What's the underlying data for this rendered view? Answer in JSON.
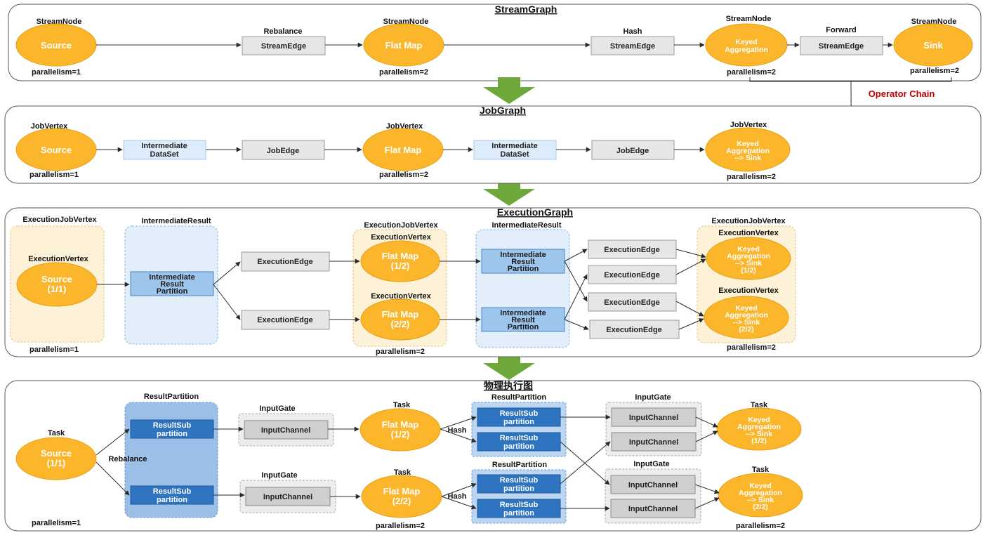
{
  "stream_graph": {
    "title": "StreamGraph",
    "node_header": "StreamNode",
    "nodes": [
      "Source",
      "Flat Map",
      "Keyed",
      "Aggregation",
      "Sink"
    ],
    "parallelism": [
      "parallelism=1",
      "parallelism=2",
      "parallelism=2",
      "parallelism=2"
    ],
    "edge_types": [
      "Rebalance",
      "Hash",
      "Forward"
    ],
    "edge_label": "StreamEdge"
  },
  "operator_chain": "Operator Chain",
  "job_graph": {
    "title": "JobGraph",
    "vertex_header": "JobVertex",
    "nodes": [
      "Source",
      "Flat Map",
      "Keyed",
      "Aggregation",
      "--> Sink"
    ],
    "intermediate": [
      "Intermediate",
      "DataSet"
    ],
    "edge_label": "JobEdge",
    "parallelism": [
      "parallelism=1",
      "parallelism=2",
      "parallelism=2"
    ]
  },
  "execution_graph": {
    "title": "ExecutionGraph",
    "ejv_header": "ExecutionJobVertex",
    "ev_header": "ExecutionVertex",
    "ir_header": "IntermediateResult",
    "source": [
      "Source",
      "(1/1)"
    ],
    "flatmap_1": [
      "Flat Map",
      "(1/2)"
    ],
    "flatmap_2": [
      "Flat Map",
      "(2/2)"
    ],
    "keyed_1": [
      "Keyed",
      "Aggregation",
      "--> Sink",
      "(1/2)"
    ],
    "keyed_2": [
      "Keyed",
      "Aggregation",
      "--> Sink",
      "(2/2)"
    ],
    "irp": [
      "Intermediate",
      "Result",
      "Partition"
    ],
    "edge_label": "ExecutionEdge",
    "parallelism": [
      "parallelism=1",
      "parallelism=2",
      "parallelism=2"
    ]
  },
  "physical_graph": {
    "title": "物理执行图",
    "task_header": "Task",
    "result_partition": "ResultPartition",
    "input_gate": "InputGate",
    "result_sub": [
      "ResultSub",
      "partition"
    ],
    "input_channel": "InputChannel",
    "rebalance": "Rebalance",
    "hash": "Hash",
    "source": [
      "Source",
      "(1/1)"
    ],
    "flatmap_1": [
      "Flat Map",
      "(1/2)"
    ],
    "flatmap_2": [
      "Flat Map",
      "(2/2)"
    ],
    "keyed_1": [
      "Keyed",
      "Aggregation",
      "--> Sink",
      "(1/2)"
    ],
    "keyed_2": [
      "Keyed",
      "Aggregation",
      "--> Sink",
      "(2/2)"
    ],
    "parallelism": [
      "parallelism=1",
      "parallelism=2",
      "parallelism=2"
    ]
  },
  "colors": {
    "node_orange": "#fbb62b",
    "edge_gray": "#e6e6e6",
    "dataset_blue": "#dcecfb",
    "partition_blue": "#2f74c0",
    "arrow_green": "#6fa83a",
    "chain_red": "#c00000"
  }
}
